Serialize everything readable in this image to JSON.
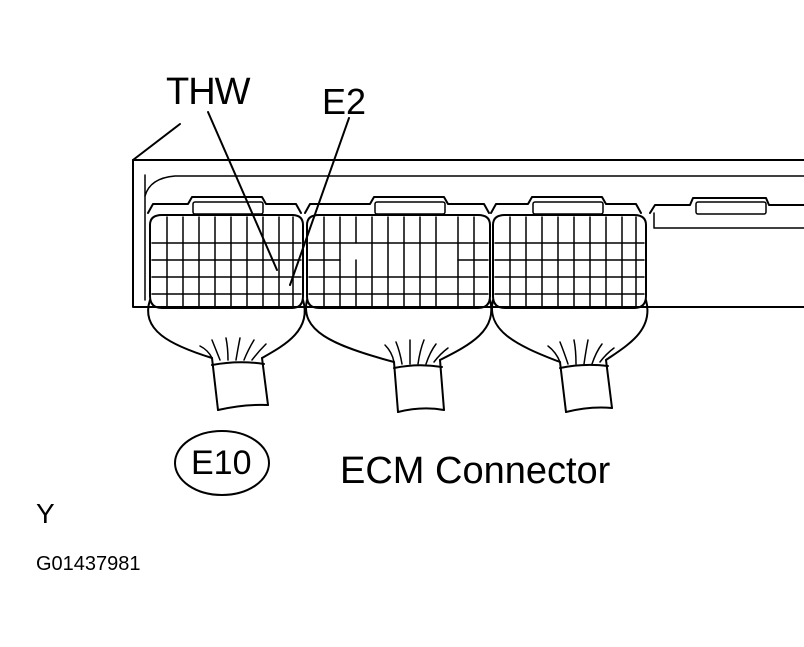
{
  "labels": {
    "pin_thw": "THW",
    "pin_e2": "E2",
    "connector_id": "E10",
    "connector_name": "ECM Connector",
    "corner_mark": "Y",
    "figure_code": "G01437981"
  },
  "connectors": [
    {
      "id": "E10",
      "highlighted": true
    },
    {
      "id": "",
      "highlighted": false
    },
    {
      "id": "",
      "highlighted": false
    }
  ],
  "colors": {
    "line": "#000000",
    "background": "#ffffff"
  }
}
